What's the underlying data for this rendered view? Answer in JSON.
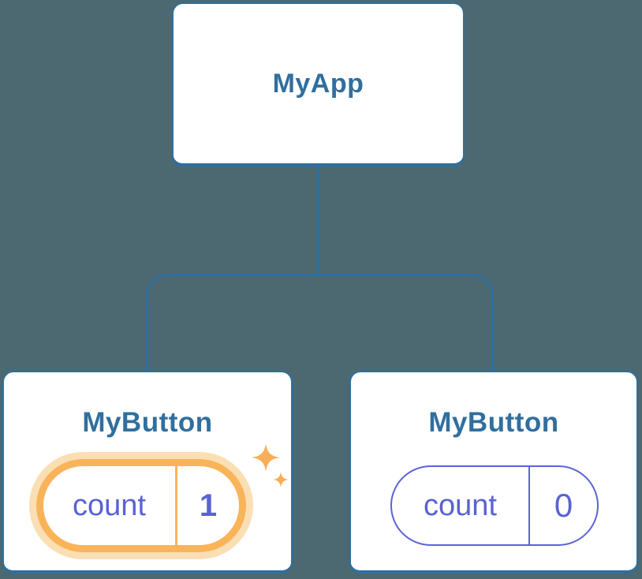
{
  "tree": {
    "root": {
      "label": "MyApp"
    },
    "children": [
      {
        "label": "MyButton",
        "state": {
          "key": "count",
          "value": "1"
        },
        "highlighted": true
      },
      {
        "label": "MyButton",
        "state": {
          "key": "count",
          "value": "0"
        },
        "highlighted": false
      }
    ]
  },
  "colors": {
    "bg": "#4c6871",
    "card_bg": "#ffffff",
    "card_border": "#2e6f9f",
    "title": "#306f9e",
    "indigo": "#5c63d8",
    "indigo_text": "#5a62d4",
    "orange": "#f9b45a",
    "orange_glow": "#fbdfb4",
    "sparkle": "#f7ae57"
  }
}
